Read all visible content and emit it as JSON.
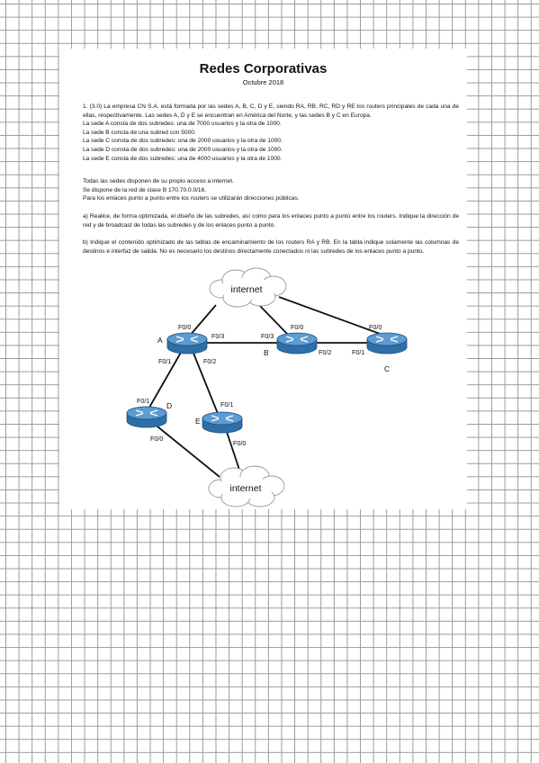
{
  "document": {
    "title": "Redes Corporativas",
    "subtitle": "Octubre 2018",
    "q1_intro": "1. (3.0) La empresa CN S.A. está formada por las sedes A, B, C, D y E, siendo RA, RB, RC, RD y RE los routers principales de cada una de ellas, respectivamente. Las sedes A, D y E se encuentran en América del Norte, y las sedes B y C en Europa.",
    "sites": [
      "La sede A consta de dos subredes: una de 7000 usuarios y la otra de 1000.",
      "La sede B consta de una subred con 5000.",
      "La sede C consta de dos subredes: una de 2000 usuarios y la otra de 1000.",
      "La sede D consta de dos subredes: una de 2000 usuarios y la otra de 1000.",
      "La sede E consta de dos subredes: una de 4000 usuarios y la otra de 1000."
    ],
    "notes": [
      "Todas las sedes disponen de su propio acceso a internet.",
      "Se dispone de la red de clase B 170.70.0.0/16.",
      "Para los enlaces punto a punto entre los routers se utilizarán direcciones públicas."
    ],
    "part_a": "a) Realice, de forma optimizada, el diseño de las subredes, así como para los enlaces punto a punto entre los routers. Indique la dirección de red y de broadcast de todas las subredes y de los enlaces punto a punto.",
    "part_b": "b) Indique el contenido optimizado de las tablas de encaminamiento de los routers RA y RB. En la tabla indique solamente las columnas de destinos e interfaz de salida. No es necesario los destinos directamente conectados ni las subredes de los enlaces punto a punto."
  },
  "diagram": {
    "clouds": {
      "top": "internet",
      "bottom": "internet"
    },
    "routers": {
      "a": "A",
      "b": "B",
      "c": "C",
      "d": "D",
      "e": "E"
    },
    "interfaces": {
      "a_f00": "F0/0",
      "a_f03": "F0/3",
      "a_f01": "F0/1",
      "a_f02": "F0/2",
      "b_f00": "F0/0",
      "b_f03": "F0/3",
      "b_f02": "F0/2",
      "c_f00": "F0/0",
      "c_f01": "F0/1",
      "d_f01": "F0/1",
      "d_f00": "F0/0",
      "e_f01": "F0/1",
      "e_f00": "F0/0"
    },
    "colors": {
      "router_body": "#2f6fa8",
      "router_top": "#5d9bd0",
      "line": "#111111"
    }
  }
}
